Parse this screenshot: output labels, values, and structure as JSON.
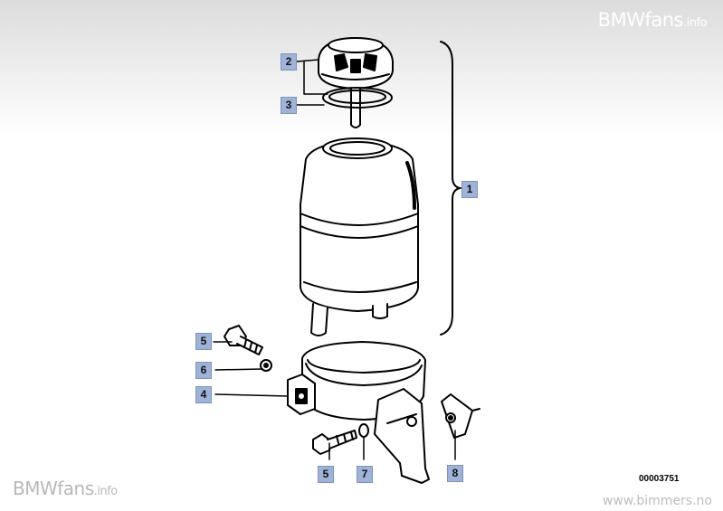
{
  "watermark_top": {
    "brand": "BMWfans",
    "suffix": ".info"
  },
  "watermark_bottom": {
    "brand": "BMWfans",
    "suffix": ".info"
  },
  "site": "www.bimmers.no",
  "document_number": "00003751",
  "callouts": {
    "c1": "1",
    "c2": "2",
    "c3": "3",
    "c4": "4",
    "c5a": "5",
    "c5b": "5",
    "c6": "6",
    "c7": "7",
    "c8": "8"
  }
}
